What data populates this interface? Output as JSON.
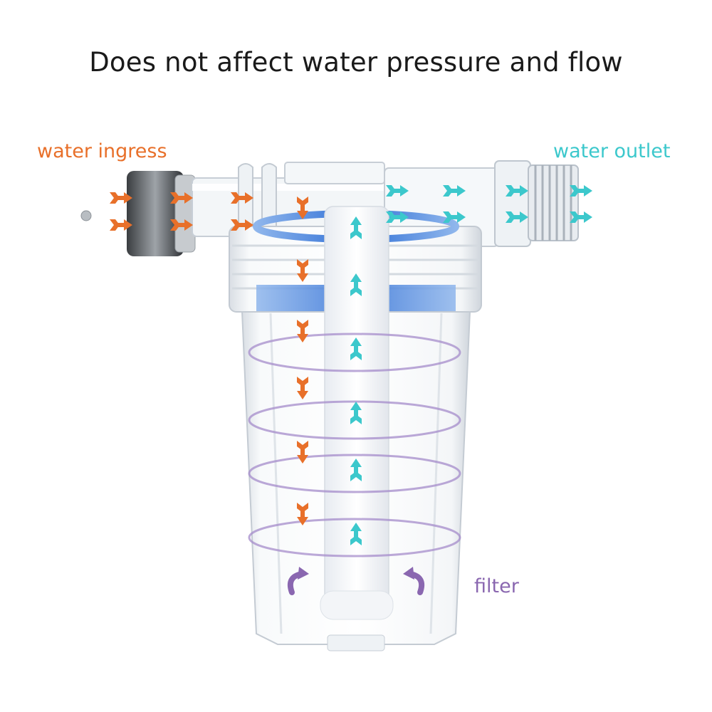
{
  "headline": "Does not affect water pressure and flow",
  "labels": {
    "ingress": "water ingress",
    "outlet": "water outlet",
    "filter": "filter"
  },
  "colors": {
    "ingress": "#e8702a",
    "outlet": "#3cc8cc",
    "filter": "#8a67b0",
    "blue_ring": "#3a78d8"
  },
  "icons": [
    "arrow-right-icon",
    "arrow-down-icon",
    "arrow-up-icon",
    "swirl-arrow-icon"
  ]
}
